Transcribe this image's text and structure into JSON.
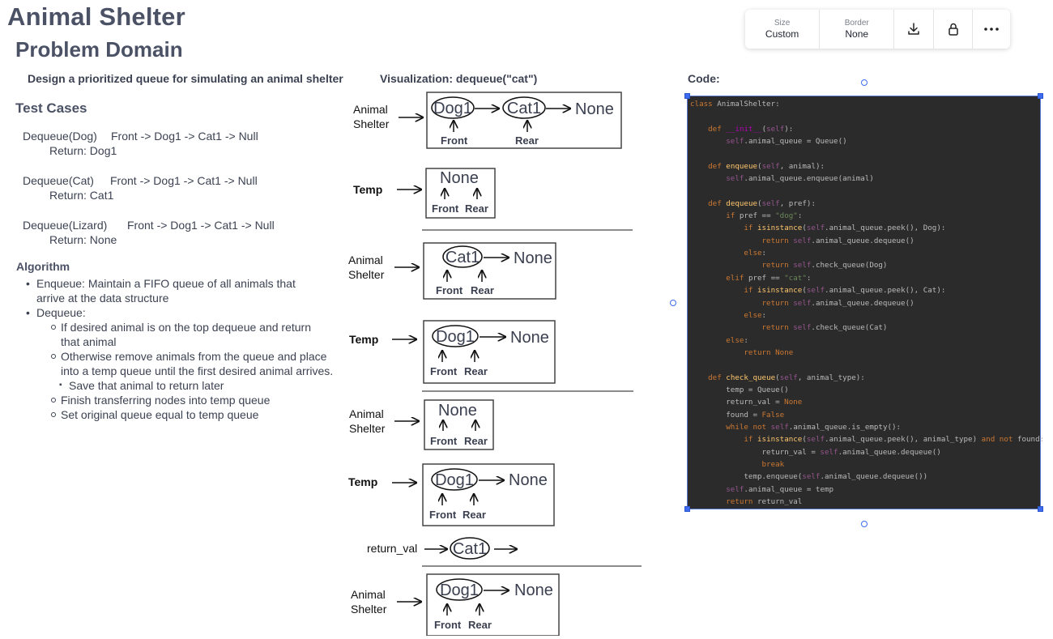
{
  "header": {
    "title": "Animal Shelter",
    "subtitle": "Problem Domain",
    "lead": "Design a prioritized queue for simulating an animal shelter"
  },
  "test_cases": {
    "heading": "Test Cases",
    "items": [
      {
        "call": "Dequeue(Dog)",
        "queue": "Front -> Dog1 -> Cat1 -> Null",
        "ret": "Return: Dog1"
      },
      {
        "call": "Dequeue(Cat)",
        "queue": "Front -> Dog1 -> Cat1 -> Null",
        "ret": "Return: Cat1"
      },
      {
        "call": "Dequeue(Lizard)",
        "queue": "Front -> Dog1 -> Cat1 -> Null",
        "ret": "Return: None"
      }
    ]
  },
  "algorithm": {
    "heading": "Algorithm",
    "lines": [
      "Enqueue: Maintain a FIFO queue of all animals that",
      "arrive at the data structure",
      "Dequeue:",
      "If desired animal is on the top dequeue and return",
      "that animal",
      "Otherwise remove animals from the queue and place",
      "into a temp queue until the first desired animal arrives.",
      "Save that animal to return later",
      "Finish transferring nodes into temp queue",
      "Set original queue equal to temp queue"
    ]
  },
  "visualization": {
    "title": "Visualization: dequeue(\"cat\")",
    "animal_l1": "Animal",
    "animal_l2": "Shelter",
    "temp": "Temp",
    "return_val": "return_val",
    "none": "None",
    "dog1": "Dog1",
    "cat1": "Cat1",
    "front": "Front",
    "rear": "Rear"
  },
  "code_panel": {
    "title": "Code:",
    "lines": [
      "class AnimalShelter:",
      "",
      "    def __init__(self):",
      "        self.animal_queue = Queue()",
      "",
      "    def enqueue(self, animal):",
      "        self.animal_queue.enqueue(animal)",
      "",
      "    def dequeue(self, pref):",
      "        if pref == \"dog\":",
      "            if isinstance(self.animal_queue.peek(), Dog):",
      "                return self.animal_queue.dequeue()",
      "            else:",
      "                return self.check_queue(Dog)",
      "        elif pref == \"cat\":",
      "            if isinstance(self.animal_queue.peek(), Cat):",
      "                return self.animal_queue.dequeue()",
      "            else:",
      "                return self.check_queue(Cat)",
      "        else:",
      "            return None",
      "",
      "    def check_queue(self, animal_type):",
      "        temp = Queue()",
      "        return_val = None",
      "        found = False",
      "        while not self.animal_queue.is_empty():",
      "            if isinstance(self.animal_queue.peek(), animal_type) and not found:",
      "                return_val = self.animal_queue.dequeue()",
      "                break",
      "            temp.enqueue(self.animal_queue.dequeue())",
      "        self.animal_queue = temp",
      "        return return_val"
    ]
  },
  "toolbar": {
    "size_label": "Size",
    "size_value": "Custom",
    "border_label": "Border",
    "border_value": "None",
    "download_icon": "download-icon",
    "lock_icon": "lock-icon",
    "more_icon": "more-icon"
  },
  "colors": {
    "heading": "#4b5266",
    "code_bg": "#2b2b2b",
    "selection": "#3d6cf0"
  }
}
